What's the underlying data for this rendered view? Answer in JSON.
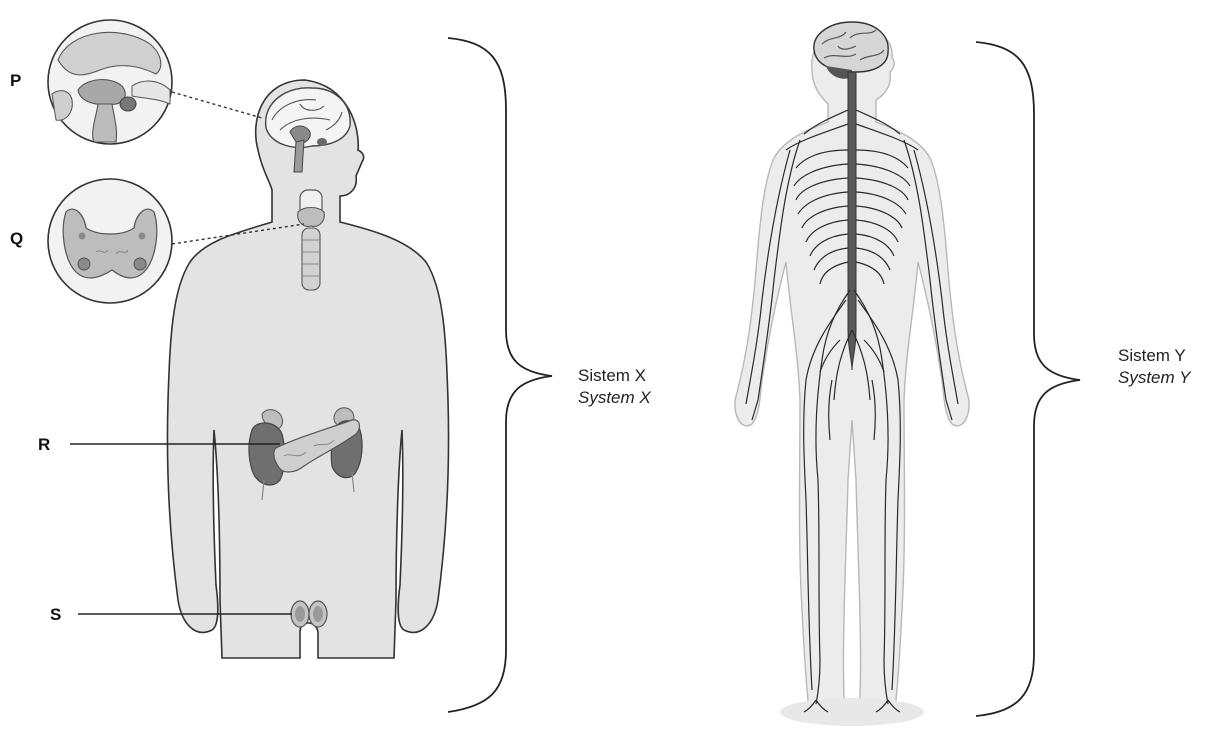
{
  "labels": {
    "P": "P",
    "Q": "Q",
    "R": "R",
    "S": "S"
  },
  "system_x": {
    "malay": "Sistem X",
    "english": "System X"
  },
  "system_y": {
    "malay": "Sistem Y",
    "english": "System Y"
  },
  "colors": {
    "body_fill": "#e3e3e3",
    "body_outline": "#333333",
    "organ_dark": "#6f6f6f",
    "organ_light": "#c9c9c9",
    "nerve": "#2a2a2a"
  }
}
